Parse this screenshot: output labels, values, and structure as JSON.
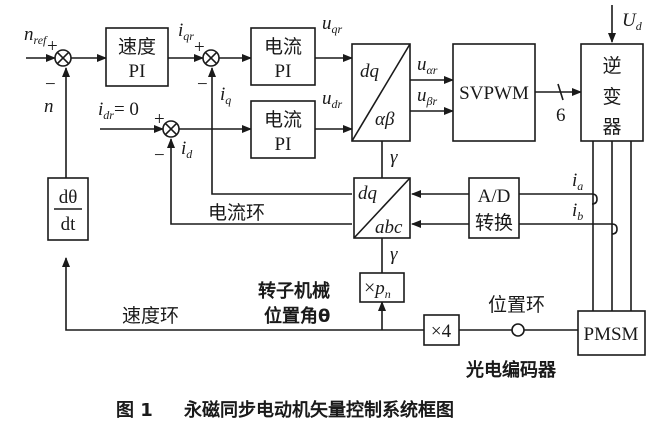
{
  "blocks": {
    "speed_pi": {
      "line1": "速度",
      "line2": "PI"
    },
    "current_pi_q": {
      "line1": "电流",
      "line2": "PI"
    },
    "current_pi_d": {
      "line1": "电流",
      "line2": "PI"
    },
    "park_inv": {
      "top": "dq",
      "bottom": "αβ"
    },
    "svpwm": {
      "label": "SVPWM"
    },
    "inverter": {
      "line1": "逆",
      "line2": "变",
      "line3": "器"
    },
    "park": {
      "top": "dq",
      "bottom": "abc"
    },
    "adc": {
      "line1": "A/D",
      "line2": "转换"
    },
    "derivative": {
      "num": "dθ",
      "den": "dt"
    },
    "pole_pairs": {
      "times": "×",
      "var": "p",
      "sub": "n"
    },
    "times4": {
      "label": "×4"
    },
    "pmsm": {
      "label": "PMSM"
    }
  },
  "signals": {
    "n_ref": {
      "main": "n",
      "sub": "ref"
    },
    "n": {
      "main": "n"
    },
    "i_qr": {
      "main": "i",
      "sub": "qr"
    },
    "i_q": {
      "main": "i",
      "sub": "q"
    },
    "i_dr": {
      "main": "i",
      "sub": "dr",
      "eq": "= 0"
    },
    "i_d": {
      "main": "i",
      "sub": "d"
    },
    "u_qr": {
      "main": "u",
      "sub": "qr"
    },
    "u_dr": {
      "main": "u",
      "sub": "dr"
    },
    "u_ar": {
      "main": "u",
      "sub": "αr"
    },
    "u_br": {
      "main": "u",
      "sub": "βr"
    },
    "gamma1": {
      "main": "γ"
    },
    "gamma2": {
      "main": "γ"
    },
    "i_a": {
      "main": "i",
      "sub": "a"
    },
    "i_b": {
      "main": "i",
      "sub": "b"
    },
    "U_d": {
      "main": "U",
      "sub": "d"
    },
    "bus6": {
      "main": "6"
    }
  },
  "signs": {
    "plus": "+",
    "minus": "−"
  },
  "labels": {
    "current_loop": "电流环",
    "speed_loop": "速度环",
    "position_loop": "位置环",
    "rotor_angle_line1": "转子机械",
    "rotor_angle_line2": "位置角θ",
    "encoder": "光电编码器"
  },
  "caption": {
    "number": "图 1",
    "title": "永磁同步电动机矢量控制系统框图"
  }
}
